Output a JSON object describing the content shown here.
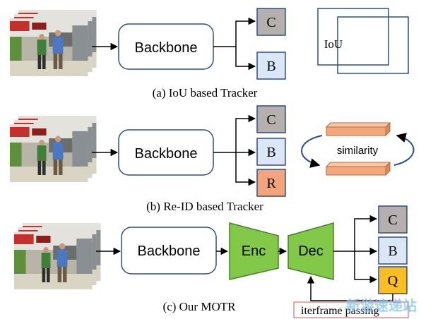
{
  "panel_a": {
    "backbone": "Backbone",
    "out_c": "C",
    "out_b": "B",
    "iou": "IoU",
    "caption": "(a) IoU based Tracker"
  },
  "panel_b": {
    "backbone": "Backbone",
    "out_c": "C",
    "out_b": "B",
    "out_r": "R",
    "similarity": "similarity",
    "caption": "(b) Re-ID based Tracker"
  },
  "panel_c": {
    "backbone": "Backbone",
    "enc": "Enc",
    "dec": "Dec",
    "out_c": "C",
    "out_b": "B",
    "out_q": "Q",
    "iterframe": "iterframe passing",
    "caption": "(c) Our MOTR"
  },
  "watermark": "新游速递站",
  "colors": {
    "c_box": "#b5b0ae",
    "b_box": "#dbe6f7",
    "r_box": "#f2a57d",
    "q_box": "#f8be22",
    "enc_dec": "#82c94a",
    "feature_bar": "#f4a77b",
    "iterframe_border": "#d9534f",
    "box_stroke": "#2f4c8a"
  }
}
